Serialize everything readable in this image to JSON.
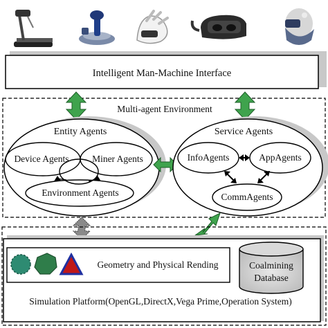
{
  "devices": [
    {
      "icon": "treadmill-icon"
    },
    {
      "icon": "joystick-icon"
    },
    {
      "icon": "data-glove-icon"
    },
    {
      "icon": "vr-headset-icon"
    },
    {
      "icon": "helmet-display-icon"
    }
  ],
  "interface": {
    "label": "Intelligent Man-Machine Interface"
  },
  "environment": {
    "label": "Multi-agent Environment"
  },
  "entity": {
    "title": "Entity Agents",
    "device": "Device Agents",
    "miner": "Miner Agents",
    "environment": "Environment Agents"
  },
  "service": {
    "title": "Service Agents",
    "info": "InfoAgents",
    "app": "AppAgents",
    "comm": "CommAgents"
  },
  "platform": {
    "rendering": "Geometry and Physical Rending",
    "database_line1": "Coalmining",
    "database_line2": "Database",
    "label": "Simulation Platform(OpenGL,DirectX,Vega Prime,Operation System)"
  },
  "colors": {
    "arrow_green": "#3fa34d",
    "arrow_gray": "#8a8a8a",
    "shadow": "#c8c8c8",
    "shape_teal": "#2e8b72",
    "shape_green": "#2f7d4a",
    "triangle_blue": "#2030a0",
    "triangle_red": "#c01818"
  }
}
